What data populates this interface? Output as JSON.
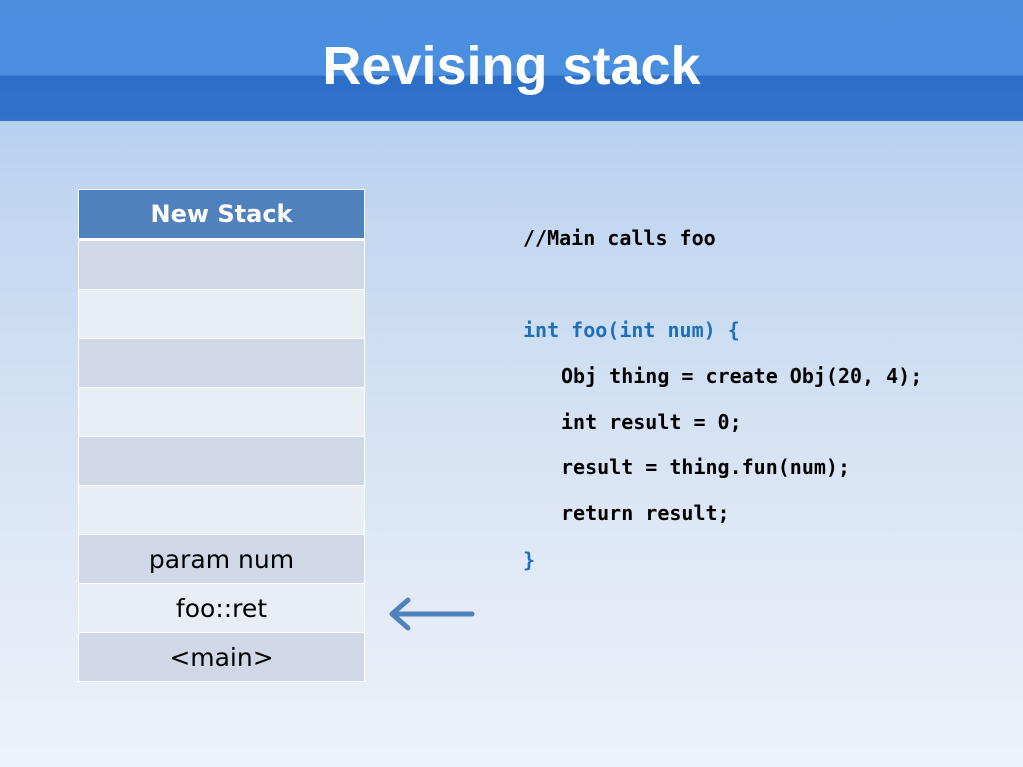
{
  "slide": {
    "title": "Revising stack"
  },
  "stack": {
    "header": "New Stack",
    "rows": [
      "",
      "",
      "",
      "",
      "",
      "",
      "param num",
      "foo::ret",
      "<main>"
    ]
  },
  "pointer": {
    "icon": "left-arrow-icon",
    "color": "#4f81bd"
  },
  "code": {
    "comment": "//Main calls foo",
    "signature": "int foo(int num)",
    "open_brace": "{",
    "body": [
      "Obj thing = create Obj(20, 4);",
      "int result = 0;",
      "result = thing.fun(num);",
      "return result;"
    ],
    "close_brace": "}"
  },
  "colors": {
    "accent": "#4f81bd",
    "title_bar": "#4a8ee0",
    "code_keyword": "#1f6fb8"
  }
}
